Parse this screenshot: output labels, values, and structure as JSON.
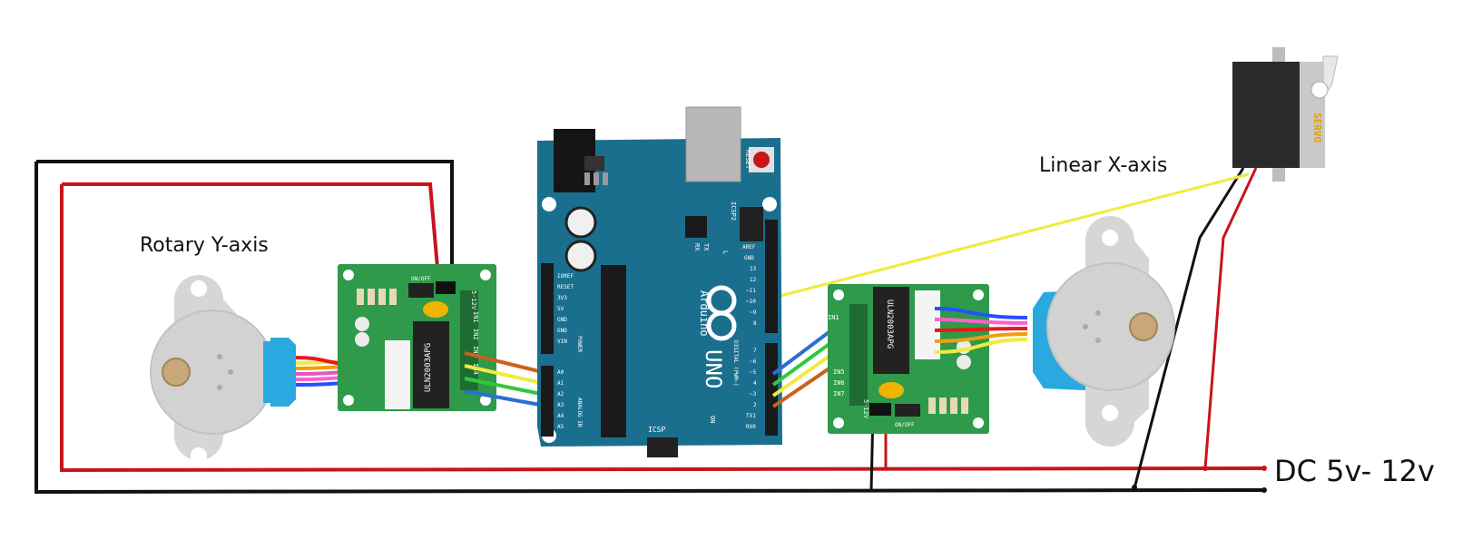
{
  "labels": {
    "rotary": "Rotary Y-axis",
    "linear": "Linear X-axis",
    "dc": "DC 5v- 12v"
  },
  "boards": {
    "driver_chip": "ULN2003APG",
    "driver_onoff": "ON/OFF",
    "driver_voltage": "5-12V",
    "driver_inputs": [
      "IN1",
      "IN2",
      "IN3",
      "IN4",
      "IN5",
      "IN6",
      "IN7"
    ],
    "arduino_brand": "Arduino",
    "arduino_model": "UNO",
    "reset": "RESET",
    "icsp": "ICSP",
    "icsp2": "ICSP2",
    "tx": "TX",
    "rx": "RX",
    "l": "L",
    "on": "ON",
    "power_header": "POWER",
    "analog_header": "ANALOG IN",
    "digital_header": "DIGITAL (PWM~)",
    "power_pins": [
      "IOREF",
      "RESET",
      "3V3",
      "5V",
      "GND",
      "GND",
      "VIN"
    ],
    "analog_pins": [
      "A0",
      "A1",
      "A2",
      "A3",
      "A4",
      "A5"
    ],
    "digital_top_pins": [
      "AREF",
      "GND",
      "13",
      "12",
      "~11",
      "~10",
      "~9",
      "8"
    ],
    "digital_bottom_pins": [
      "7",
      "~6",
      "~5",
      "4",
      "~3",
      "2",
      "TX1",
      "RX0"
    ],
    "servo_text": "SERVO"
  },
  "colors": {
    "board_blue": "#1b6f8e",
    "driver_green": "#2e9a4a",
    "wire_red": "#c8141c",
    "wire_black": "#111111",
    "wire_yellow": "#f2ea3c",
    "motor_gray": "#d6d6d6",
    "motor_connector": "#2aa9e0"
  },
  "icons": {
    "arduino_logo": "infinity-plus-minus-logo",
    "usb": "usb-b-port",
    "power_jack": "dc-barrel-jack"
  }
}
